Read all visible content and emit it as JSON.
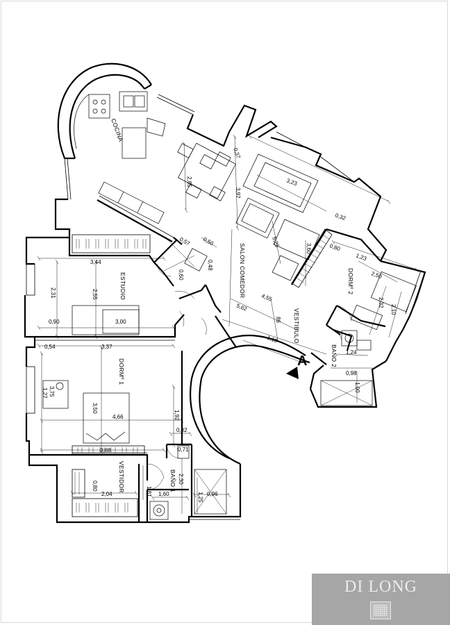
{
  "rooms": {
    "cocina": "COCINA",
    "salon_comedor": "SALON COMEDOR",
    "estudio": "ESTUDIO",
    "dorm1": "DORMº 1",
    "dorm2": "DORMº 2",
    "vestibulo": "VESTIBULO",
    "bano1": "BAÑO 1",
    "bano2": "BAÑO 2",
    "vestidor": "VESTIDOR"
  },
  "section_marker": "A",
  "dimensions": {
    "d_0_37": "0,37",
    "d_2_85": "2,85",
    "d_3_97": "3,97",
    "d_3_23": "3,23",
    "d_0_32": "0,32",
    "d_0_57": "0,57",
    "d_0_50": "0,50",
    "d_0_48": "0,48",
    "d_0_60": "0,60",
    "d_5_25": "5,25",
    "d_3_60": "3,60",
    "d_0_80": "0,80",
    "d_1_23": "1,23",
    "d_2_50": "2,50",
    "d_3_44": "3,44",
    "d_2_31": "2,31",
    "d_2_55": "2,55",
    "d_0_90": "0,90",
    "d_3_00": "3,00",
    "d_4_55": "4,55",
    "d_5_62": "5,62",
    "d_0_86": "86",
    "d_1_10": "1,10",
    "d_2_32": "2,32",
    "d_2_10": "2,10",
    "d_1_24": "1,24",
    "d_0_54": "0,54",
    "d_3_37": "3,37",
    "d_0_98": "0,98",
    "d_1_00": "1,00",
    "d_3_75": "3,75",
    "d_1_27": "1,27",
    "d_3_50": "3,50",
    "d_4_66": "4,66",
    "d_1_92": "1,92",
    "d_0_82": "0,82",
    "d_0_71": "0,71",
    "d_3_88": "3,88",
    "d_0_80b": "0,80",
    "d_2_04": "2,04",
    "d_1_81": "1,81",
    "d_2_30": "2,30",
    "d_1_60": "1,60",
    "d_0_96": "0,96",
    "d_1_25": "1,25"
  },
  "logo": {
    "text": "DI LONG"
  }
}
